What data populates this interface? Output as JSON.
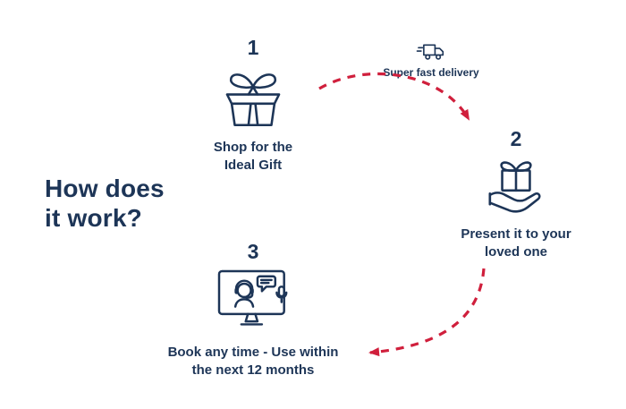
{
  "title": "How does\nit work?",
  "steps": [
    {
      "number": "1",
      "label": "Shop for the\nIdeal Gift",
      "icon": "gift-box-icon"
    },
    {
      "number": "2",
      "label": "Present it to your\nloved one",
      "icon": "hand-gift-icon"
    },
    {
      "number": "3",
      "label": "Book any time - Use within\nthe next 12 months",
      "icon": "support-monitor-icon"
    }
  ],
  "delivery_badge": {
    "label": "Super fast delivery",
    "icon": "delivery-truck-icon"
  },
  "arrows": [
    {
      "name": "arrow-step1-to-step2",
      "style": "dashed",
      "color": "#d01f3c"
    },
    {
      "name": "arrow-step2-to-step3",
      "style": "dashed",
      "color": "#d01f3c"
    }
  ],
  "colors": {
    "navy": "#1d3557",
    "red": "#d01f3c",
    "background": "#ffffff"
  }
}
